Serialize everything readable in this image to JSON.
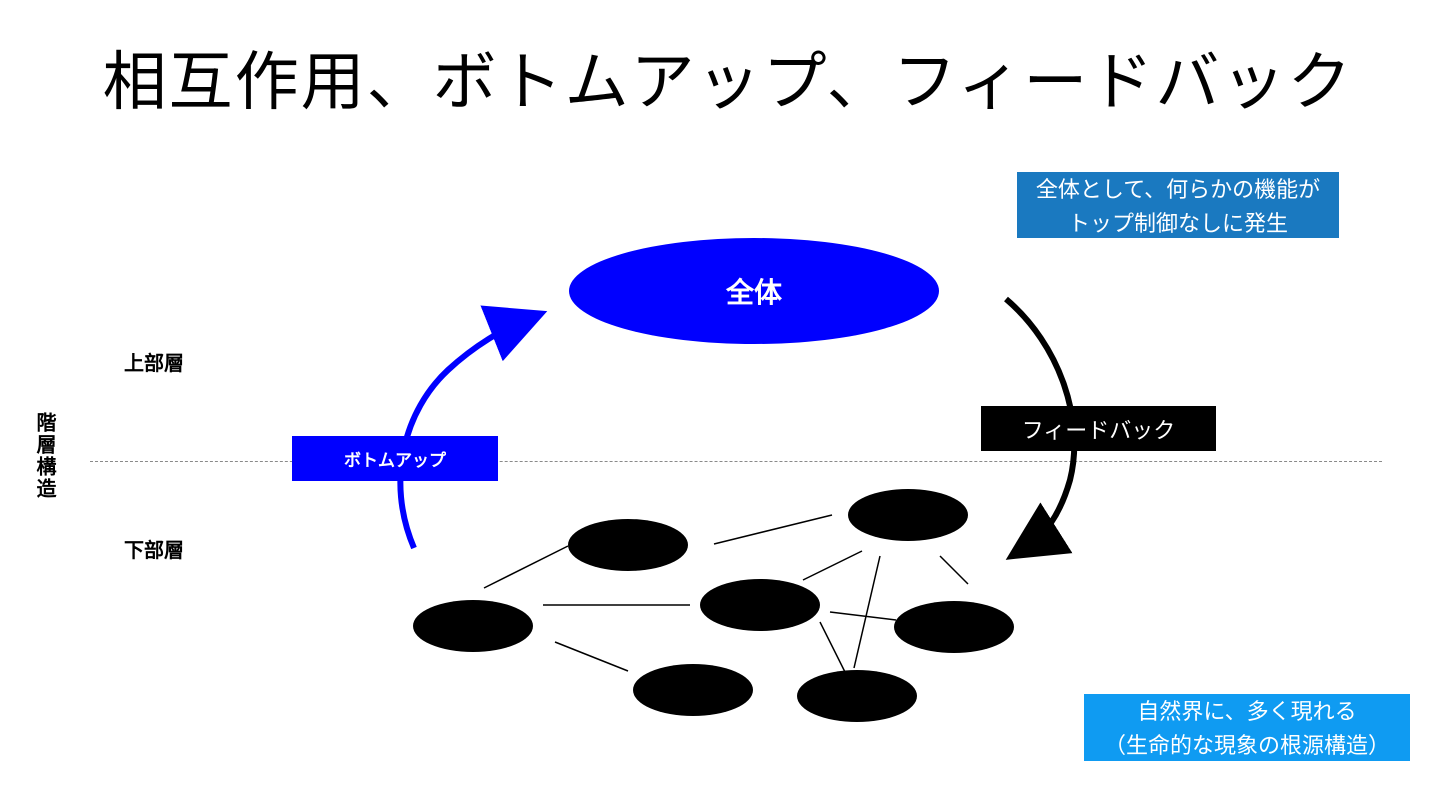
{
  "title": "相互作用、ボトムアップ、フィードバック",
  "layers": {
    "upper": "上部層",
    "lower": "下部層",
    "structure": "階層構造"
  },
  "whole_label": "全体",
  "bottom_up_label": "ボトムアップ",
  "feedback_label": "フィードバック",
  "callout_top": {
    "line1": "全体として、何らかの機能が",
    "line2": "トップ制御なしに発生"
  },
  "callout_bottom": {
    "line1": "自然界に、多く現れる",
    "line2": "（生命的な現象の根源構造）"
  },
  "colors": {
    "whole_fill": "#0000ff",
    "bottom_up": "#0000ff",
    "feedback": "#000000",
    "callout_top_bg": "#1a79c0",
    "callout_bottom_bg": "#0f9bf2"
  }
}
